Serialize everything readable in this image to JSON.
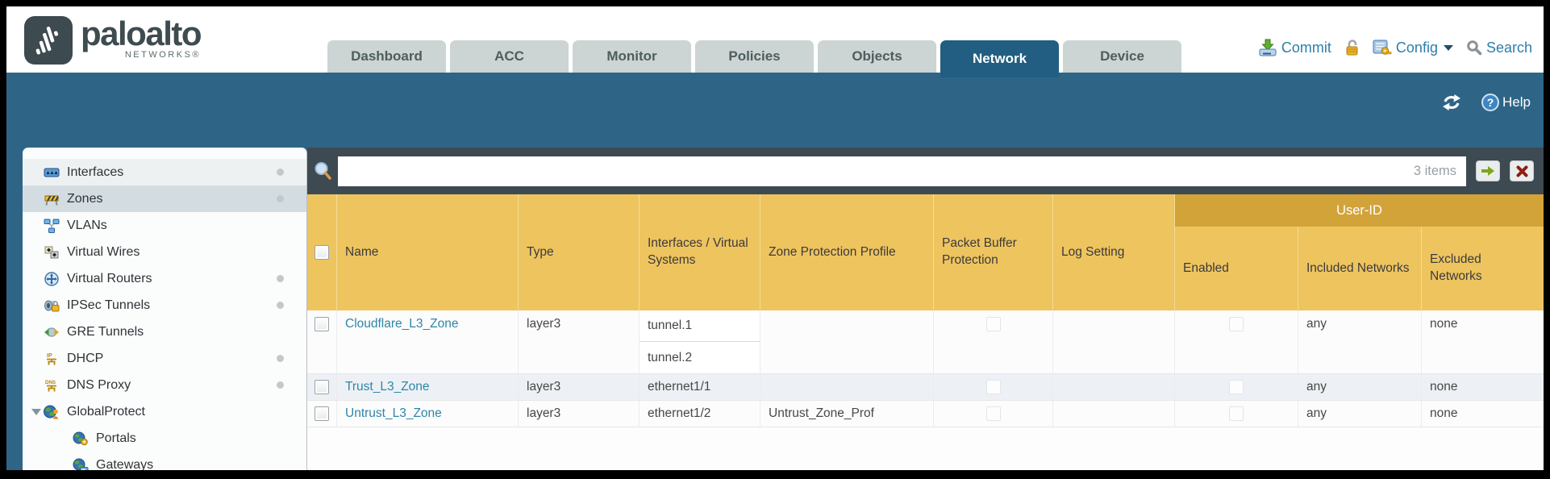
{
  "brand": {
    "name": "paloalto",
    "subname": "NETWORKS®"
  },
  "nav": {
    "tabs": [
      {
        "label": "Dashboard"
      },
      {
        "label": "ACC"
      },
      {
        "label": "Monitor"
      },
      {
        "label": "Policies"
      },
      {
        "label": "Objects"
      },
      {
        "label": "Network"
      },
      {
        "label": "Device"
      }
    ],
    "active_tab": "Network",
    "commit_label": "Commit",
    "config_label": "Config",
    "search_label": "Search"
  },
  "toolbar": {
    "help_label": "Help"
  },
  "sidebar": {
    "items": [
      {
        "label": "Interfaces"
      },
      {
        "label": "Zones"
      },
      {
        "label": "VLANs"
      },
      {
        "label": "Virtual Wires"
      },
      {
        "label": "Virtual Routers"
      },
      {
        "label": "IPSec Tunnels"
      },
      {
        "label": "GRE Tunnels"
      },
      {
        "label": "DHCP"
      },
      {
        "label": "DNS Proxy"
      },
      {
        "label": "GlobalProtect"
      },
      {
        "label": "Portals"
      },
      {
        "label": "Gateways"
      }
    ],
    "selected": "Zones"
  },
  "filter": {
    "value": "",
    "count": "3 items"
  },
  "table": {
    "group_header": "User-ID",
    "columns": [
      "Name",
      "Type",
      "Interfaces / Virtual Systems",
      "Zone Protection Profile",
      "Packet Buffer Protection",
      "Log Setting",
      "Enabled",
      "Included Networks",
      "Excluded Networks"
    ],
    "rows": [
      {
        "name": "Cloudflare_L3_Zone",
        "type": "layer3",
        "interfaces": [
          "tunnel.1",
          "tunnel.2"
        ],
        "zone_protection_profile": "",
        "log_setting": "",
        "included_networks": "any",
        "excluded_networks": "none"
      },
      {
        "name": "Trust_L3_Zone",
        "type": "layer3",
        "interfaces": [
          "ethernet1/1"
        ],
        "zone_protection_profile": "",
        "log_setting": "",
        "included_networks": "any",
        "excluded_networks": "none"
      },
      {
        "name": "Untrust_L3_Zone",
        "type": "layer3",
        "interfaces": [
          "ethernet1/2"
        ],
        "zone_protection_profile": "Untrust_Zone_Prof",
        "log_setting": "",
        "included_networks": "any",
        "excluded_networks": "none"
      }
    ]
  },
  "colors": {
    "band_teal": "#2e6586",
    "active_tab": "#215e81",
    "header_orange": "#eec45f",
    "group_orange": "#d2a339",
    "filterbar_slate": "#3e4a52",
    "link_blue": "#2e86a8",
    "alt_row": "#edf1f5"
  }
}
